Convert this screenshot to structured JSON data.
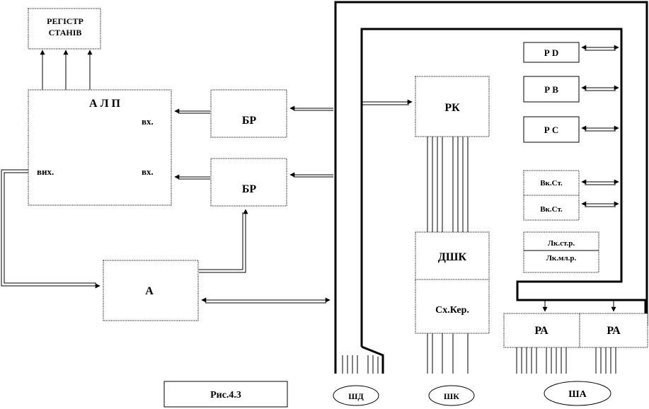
{
  "figure": {
    "caption": "Рис.4.3",
    "blocks": {
      "register": [
        "РЕГІСТР",
        "СТАНІВ"
      ],
      "alu": "А Л П",
      "alu_in1": "вх.",
      "alu_in2": "вх.",
      "alu_out": "вих.",
      "br1": "БР",
      "br2": "БР",
      "a": "А",
      "rk": "РК",
      "dshk": "ДШК",
      "sx": "Сх.Кер.",
      "pd": "Р D",
      "pb": "Р В",
      "pc": "Р С",
      "vk1": "Вк.Ст.",
      "vk2": "Вк.Ст.",
      "lk1": "Лк.ст.р.",
      "lk2": "Лк.мл.р.",
      "ra1": "РА",
      "ra2": "РА"
    },
    "buses": {
      "pdl": "ШД",
      "pk": "ШК",
      "pa": "ША"
    }
  }
}
